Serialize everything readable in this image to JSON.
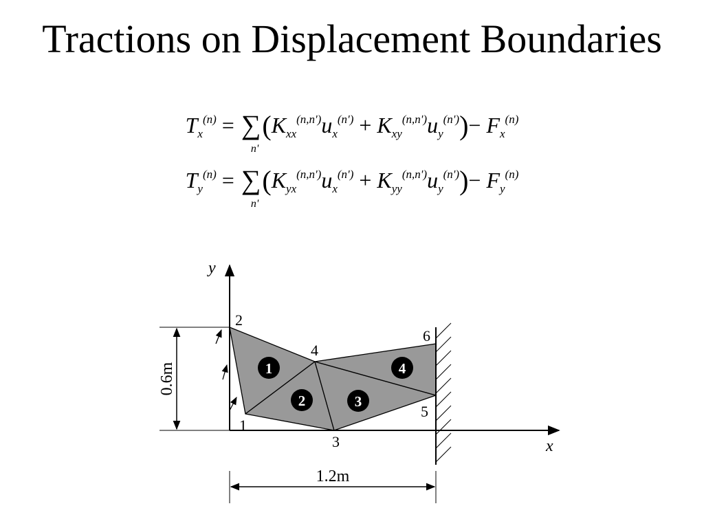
{
  "slide": {
    "title": "Tractions on Displacement Boundaries"
  },
  "equations": {
    "eq_x": {
      "lhs": "T",
      "lhs_sub": "x",
      "lhs_sup": "(n)",
      "equals": "=",
      "sum_symbol": "∑",
      "sum_index": "n'",
      "open_paren": "(",
      "k1": "K",
      "k1_sub": "xx",
      "k1_sup": "(n,n')",
      "u1": "u",
      "u1_sub": "x",
      "u1_sup": "(n')",
      "plus": "+",
      "k2": "K",
      "k2_sub": "xy",
      "k2_sup": "(n,n')",
      "u2": "u",
      "u2_sub": "y",
      "u2_sup": "(n')",
      "close_paren": ")",
      "minus": "−",
      "f": "F",
      "f_sub": "x",
      "f_sup": "(n)"
    },
    "eq_y": {
      "lhs": "T",
      "lhs_sub": "y",
      "lhs_sup": "(n)",
      "equals": "=",
      "sum_symbol": "∑",
      "sum_index": "n'",
      "open_paren": "(",
      "k1": "K",
      "k1_sub": "yx",
      "k1_sup": "(n,n')",
      "u1": "u",
      "u1_sub": "x",
      "u1_sup": "(n')",
      "plus": "+",
      "k2": "K",
      "k2_sub": "yy",
      "k2_sup": "(n,n')",
      "u2": "u",
      "u2_sub": "y",
      "u2_sup": "(n')",
      "close_paren": ")",
      "minus": "−",
      "f": "F",
      "f_sub": "y",
      "f_sup": "(n)"
    }
  },
  "diagram": {
    "axis_x_label": "x",
    "axis_y_label": "y",
    "height_dimension": "0.6m",
    "width_dimension": "1.2m",
    "node_labels": [
      "1",
      "2",
      "3",
      "4",
      "5",
      "6"
    ],
    "element_labels": [
      "1",
      "2",
      "3",
      "4"
    ],
    "colors": {
      "element_fill": "#999999",
      "element_marker": "#000000",
      "element_marker_text": "#ffffff"
    }
  }
}
